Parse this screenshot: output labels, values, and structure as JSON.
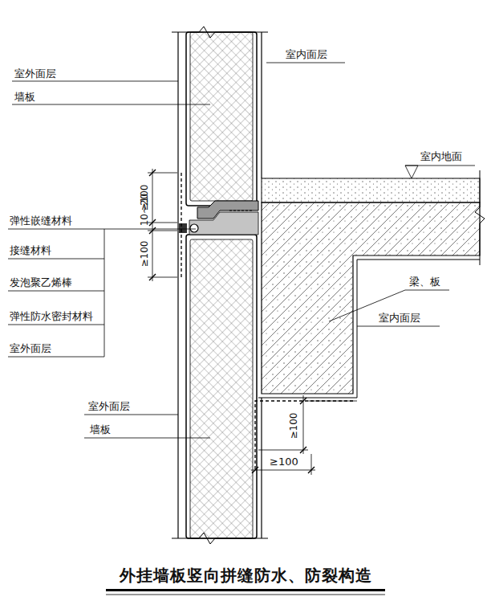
{
  "diagram": {
    "caption": "外挂墙板竖向拼缝防水、防裂构造",
    "labels": [
      "室外面层",
      "墙板",
      "室内面层",
      "室内地面",
      "≥100",
      "10~20",
      "≥100",
      "弹性嵌缝材料",
      "接缝材料",
      "发泡聚乙烯棒",
      "弹性防水密封材料",
      "室外面层",
      "梁、板",
      "室内面层",
      "≥100",
      "≥100",
      "室外面层",
      "墙板"
    ]
  }
}
